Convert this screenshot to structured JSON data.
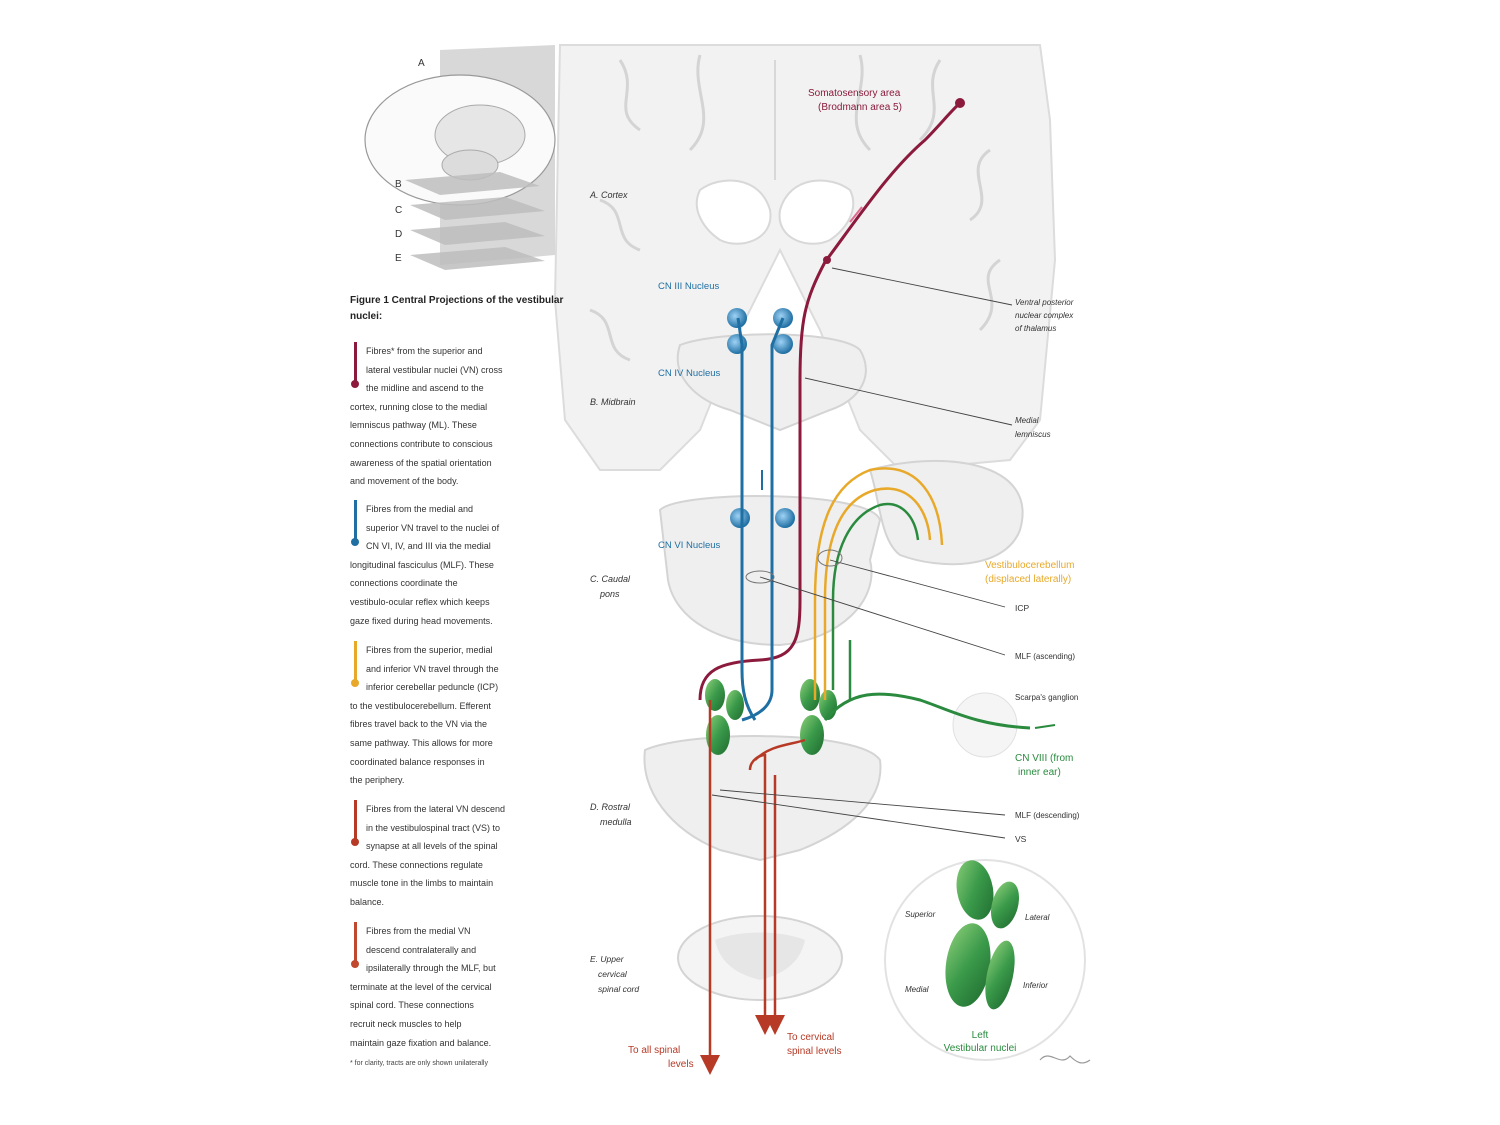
{
  "figure": {
    "title": "Figure 1 Central Projections of the vestibular nuclei:",
    "footnote": "* for clarity, tracts are only shown unilaterally"
  },
  "inset_letters": [
    "A",
    "B",
    "C",
    "D",
    "E"
  ],
  "level_labels": {
    "cortex": "A. Cortex",
    "midbrain": "B. Midbrain",
    "caudal_pons_1": "C. Caudal",
    "caudal_pons_2": "pons",
    "rostral_medulla_1": "D. Rostral",
    "rostral_medulla_2": "medulla",
    "cervical_1": "E. Upper",
    "cervical_2": "cervical",
    "cervical_3": "spinal cord"
  },
  "nucleus_labels": {
    "cn3": "CN III Nucleus",
    "cn4": "CN IV Nucleus",
    "cn6": "CN VI Nucleus"
  },
  "structure_labels": {
    "somatosensory_1": "Somatosensory area",
    "somatosensory_2": "(Brodmann area 5)",
    "vpn_1": "Ventral posterior",
    "vpn_2": "nuclear complex",
    "vpn_3": "of thalamus",
    "ml_1": "Medial",
    "ml_2": "lemniscus",
    "vcb_1": "Vestibulocerebellum",
    "vcb_2": "(displaced laterally)",
    "icp": "ICP",
    "mlf_asc": "MLF (ascending)",
    "scarpa": "Scarpa's ganglion",
    "cn8_1": "CN VIII (from",
    "cn8_2": "inner ear)",
    "mlf_desc": "MLF (descending)",
    "vs": "VS",
    "to_all_1": "To all spinal",
    "to_all_2": "levels",
    "to_cerv_1": "To cervical",
    "to_cerv_2": "spinal levels"
  },
  "vn_inset": {
    "superior": "Superior",
    "lateral": "Lateral",
    "medial": "Medial",
    "inferior": "Inferior",
    "title_1": "Left",
    "title_2": "Vestibular nuclei"
  },
  "legend": [
    {
      "color": "#8b1a3c",
      "lines": [
        "Fibres* from the superior and",
        "lateral vestibular nuclei (VN) cross",
        "the midline and ascend to the",
        "cortex, running close to the medial",
        "lemniscus pathway (ML). These",
        "connections contribute to conscious",
        "awareness of the spatial orientation",
        "and movement of the body."
      ]
    },
    {
      "color": "#1f6fa3",
      "lines": [
        "Fibres from the medial and",
        "superior VN travel to the nuclei of",
        "CN VI, IV, and III via the medial",
        "longitudinal fasciculus (MLF). These",
        "connections coordinate the",
        "vestibulo-ocular reflex which keeps",
        "gaze fixed during head movements."
      ]
    },
    {
      "color": "#e8a92a",
      "lines": [
        "Fibres from the superior, medial",
        "and inferior VN travel through the",
        "inferior cerebellar peduncle (ICP)",
        "to the vestibulocerebellum. Efferent",
        "fibres travel back to the VN via the",
        "same pathway. This allows for more",
        "coordinated balance responses in",
        "the periphery."
      ]
    },
    {
      "color": "#b63a26",
      "lines": [
        "Fibres from the lateral VN descend",
        "in the vestibulospinal tract (VS) to",
        "synapse at all levels of the spinal",
        "cord. These connections regulate",
        "muscle tone in the limbs to maintain",
        "balance."
      ]
    },
    {
      "color": "#c0482e",
      "lines": [
        "Fibres from the medial VN",
        "descend contralaterally and",
        "ipsilaterally through the MLF, but",
        "terminate at the level of the cervical",
        "spinal cord. These connections",
        "recruit neck muscles to help",
        "maintain gaze fixation and balance."
      ]
    }
  ],
  "colors": {
    "ascending_cortex": "#8b1a3c",
    "mlf_oculomotor": "#1f6fa3",
    "cerebellar": "#e8a92a",
    "vestibulospinal": "#b63a26",
    "cn8": "#2a8a3e",
    "nuclei_green": "#3a9a4a"
  }
}
